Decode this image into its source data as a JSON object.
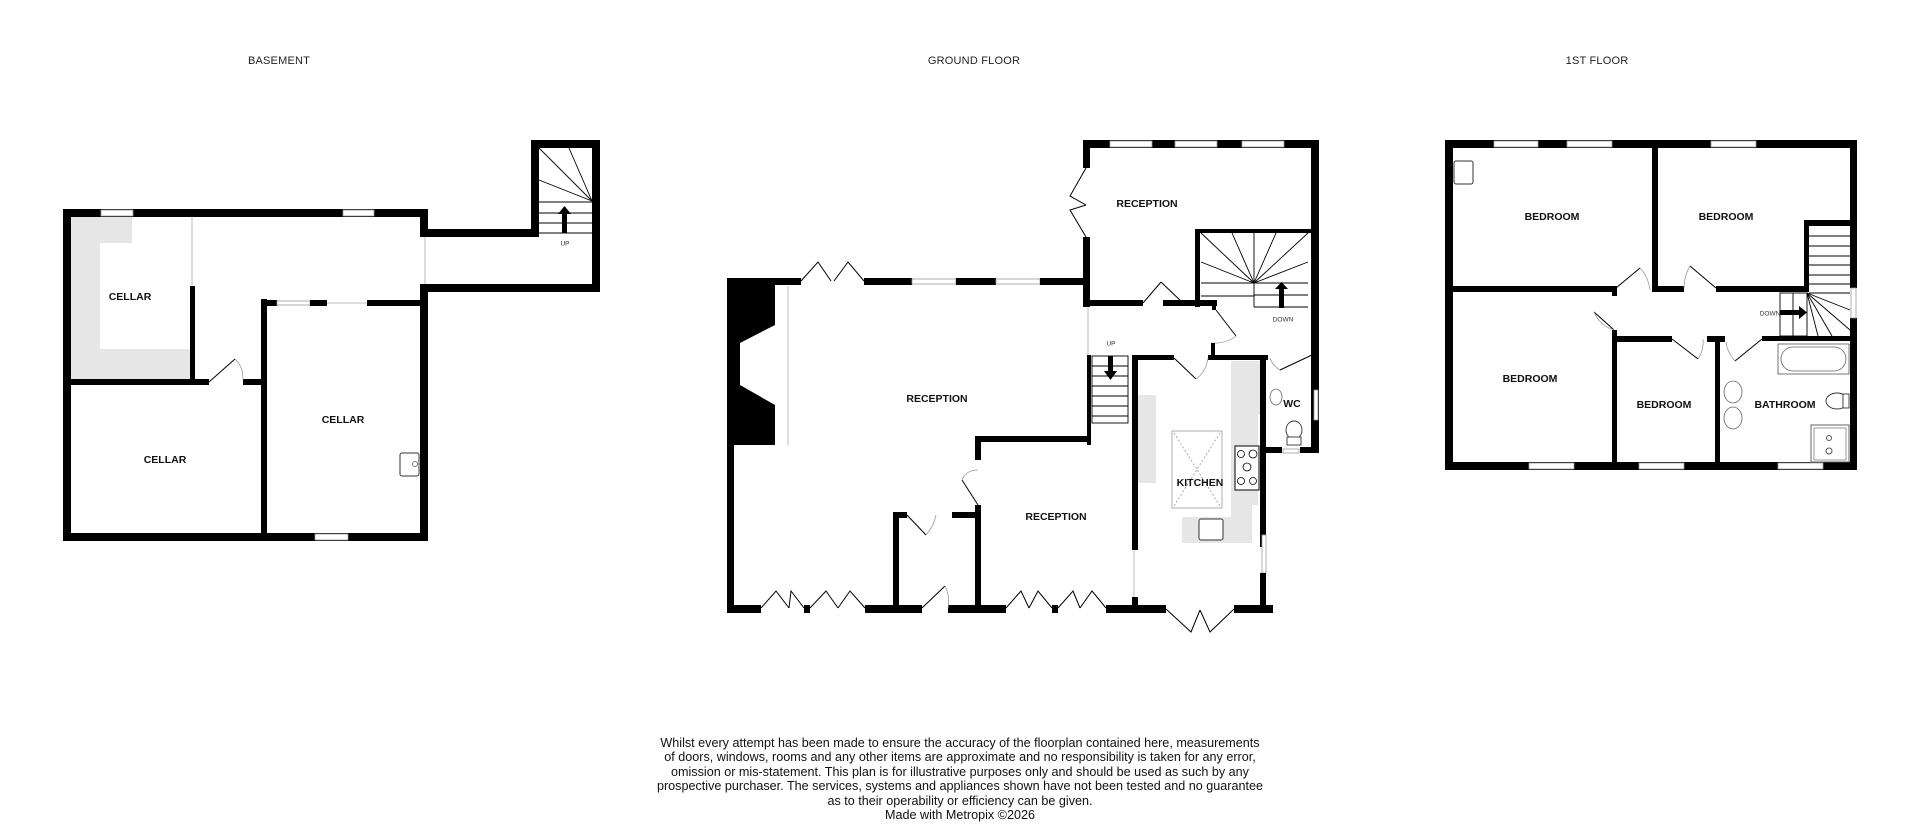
{
  "floors": {
    "basement": {
      "title": "BASEMENT",
      "rooms": [
        "CELLAR",
        "CELLAR",
        "CELLAR"
      ],
      "stair_label": "UP"
    },
    "ground": {
      "title": "GROUND FLOOR",
      "rooms": [
        "RECEPTION",
        "RECEPTION",
        "RECEPTION",
        "KITCHEN",
        "WC"
      ],
      "stair_labels": [
        "UP",
        "DOWN"
      ]
    },
    "first": {
      "title": "1ST FLOOR",
      "rooms": [
        "BEDROOM",
        "BEDROOM",
        "BEDROOM",
        "BEDROOM",
        "BATHROOM"
      ],
      "stair_label": "DOWN"
    }
  },
  "disclaimer": {
    "lines": [
      "Whilst every attempt has been made to ensure the accuracy of the floorplan contained here, measurements",
      "of doors, windows, rooms and any other items are approximate and no responsibility is taken for any error,",
      "omission or mis-statement. This plan is for illustrative purposes only and should be used as such by any",
      "prospective purchaser. The services, systems and appliances shown have not been tested and no guarantee",
      "as to their operability or efficiency can be given.",
      "Made with Metropix ©2026"
    ]
  },
  "colors": {
    "wall": "#000000",
    "fixture_fill": "#e6e6e6",
    "background": "#ffffff"
  }
}
